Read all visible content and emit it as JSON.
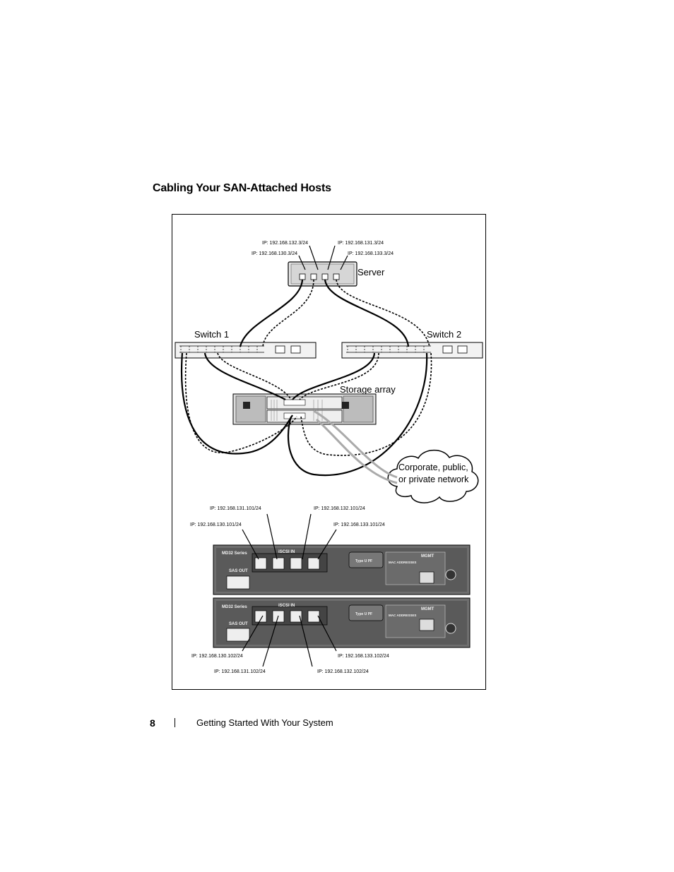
{
  "page": {
    "section_title": "Cabling Your SAN-Attached Hosts",
    "footer": {
      "page_number": "8",
      "title": "Getting Started With Your System"
    }
  },
  "figure": {
    "labels": {
      "server": "Server",
      "switch1": "Switch 1",
      "switch2": "Switch 2",
      "storage_array": "Storage array",
      "network_line1": "Corporate, public,",
      "network_line2": "or private network"
    },
    "server_ips": {
      "ip_132_3": "IP: 192.168.132.3/24",
      "ip_131_3": "IP: 192.168.131.3/24",
      "ip_130_3": "IP: 192.168.130.3/24",
      "ip_133_3": "IP: 192.168.133.3/24"
    },
    "controller0_ips": {
      "ip_131_101": "IP: 192.168.131.101/24",
      "ip_132_101": "IP: 192.168.132.101/24",
      "ip_130_101": "IP: 192.168.130.101/24",
      "ip_133_101": "IP: 192.168.133.101/24"
    },
    "controller1_ips": {
      "ip_130_102": "IP: 192.168.130.102/24",
      "ip_133_102": "IP: 192.168.133.102/24",
      "ip_131_102": "IP: 192.168.131.102/24",
      "ip_132_102": "IP: 192.168.132.102/24"
    },
    "controller_panel": {
      "model": "MD32 Series",
      "sas_out": "SAS OUT",
      "iscsi_in": "iSCSI IN",
      "mgmt": "MGMT",
      "mac_address": "MAC ADDRESSES",
      "type_label": "Type U PF"
    }
  }
}
